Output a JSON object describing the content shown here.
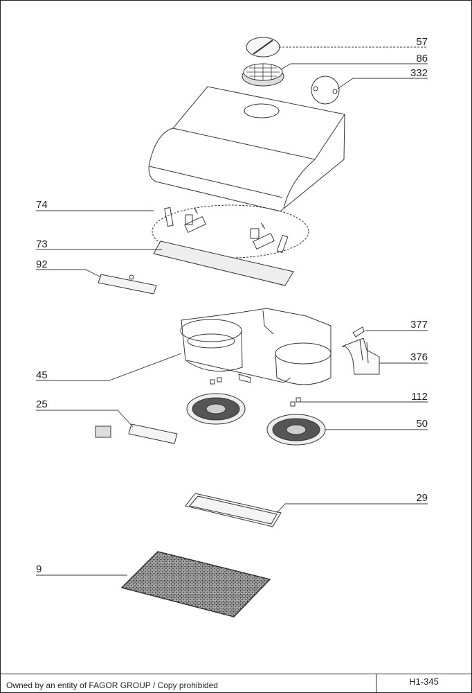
{
  "callouts": [
    {
      "id": "c57",
      "text": "57"
    },
    {
      "id": "c86",
      "text": "86"
    },
    {
      "id": "c332",
      "text": "332"
    },
    {
      "id": "c74",
      "text": "74"
    },
    {
      "id": "c73",
      "text": "73"
    },
    {
      "id": "c92",
      "text": "92"
    },
    {
      "id": "c377",
      "text": "377"
    },
    {
      "id": "c376",
      "text": "376"
    },
    {
      "id": "c45",
      "text": "45"
    },
    {
      "id": "c25",
      "text": "25"
    },
    {
      "id": "c112",
      "text": "112"
    },
    {
      "id": "c50",
      "text": "50"
    },
    {
      "id": "c29",
      "text": "29"
    },
    {
      "id": "c9",
      "text": "9"
    }
  ],
  "footer": {
    "ownership": "Owned by an entity of FAGOR GROUP / Copy prohibided",
    "drawing_code": "H1-345"
  }
}
